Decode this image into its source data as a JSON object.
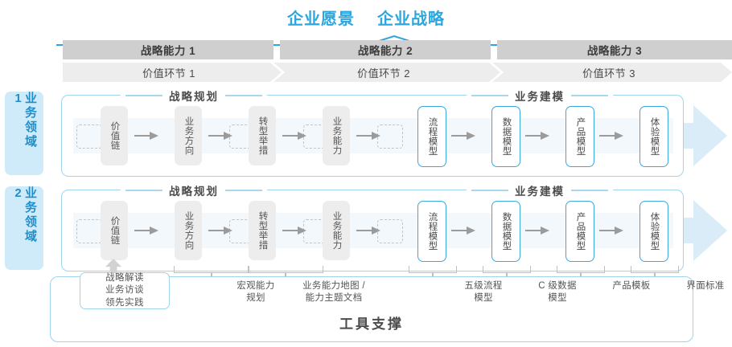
{
  "header": {
    "vision": "企业愿景",
    "strategy": "企业战略"
  },
  "capabilities": [
    {
      "label": "战略能力 1"
    },
    {
      "label": "战略能力 2"
    },
    {
      "label": "战略能力 3"
    }
  ],
  "value_chain": [
    {
      "label": "价值环节 1"
    },
    {
      "label": "价值环节 2"
    },
    {
      "label": "价值环节 3"
    }
  ],
  "domains": [
    {
      "label": "业务领域 1"
    },
    {
      "label": "业务领域 2"
    }
  ],
  "sections": {
    "planning": "战略规划",
    "modeling": "业务建模"
  },
  "rows": [
    {
      "planning_boxes": [
        "价值链",
        "业务方向",
        "转型举措",
        "业务能力"
      ],
      "modeling_boxes": [
        "流程模型",
        "数据模型",
        "产品模型",
        "体验模型"
      ]
    },
    {
      "planning_boxes": [
        "价值链",
        "业务方向",
        "转型举措",
        "业务能力"
      ],
      "modeling_boxes": [
        "流程模型",
        "数据模型",
        "产品模型",
        "体验模型"
      ]
    }
  ],
  "tools": {
    "title": "工具支撑",
    "chip": "战略解读\n业务访谈\n领先实践",
    "items": [
      {
        "label": "宏观能力\n规划"
      },
      {
        "label": "业务能力地图 /\n能力主题文档"
      },
      {
        "label": "五级流程\n模型"
      },
      {
        "label": "C 级数据\n模型"
      },
      {
        "label": "产品模板"
      },
      {
        "label": "界面标准"
      }
    ]
  },
  "colors": {
    "accent": "#2ba6de",
    "accent_light": "#9fd4ec",
    "band": "#f2f8fc",
    "gray_bar": "#cfcfcf",
    "gray_light": "#ededed",
    "arrow": "#d9ecf7"
  }
}
